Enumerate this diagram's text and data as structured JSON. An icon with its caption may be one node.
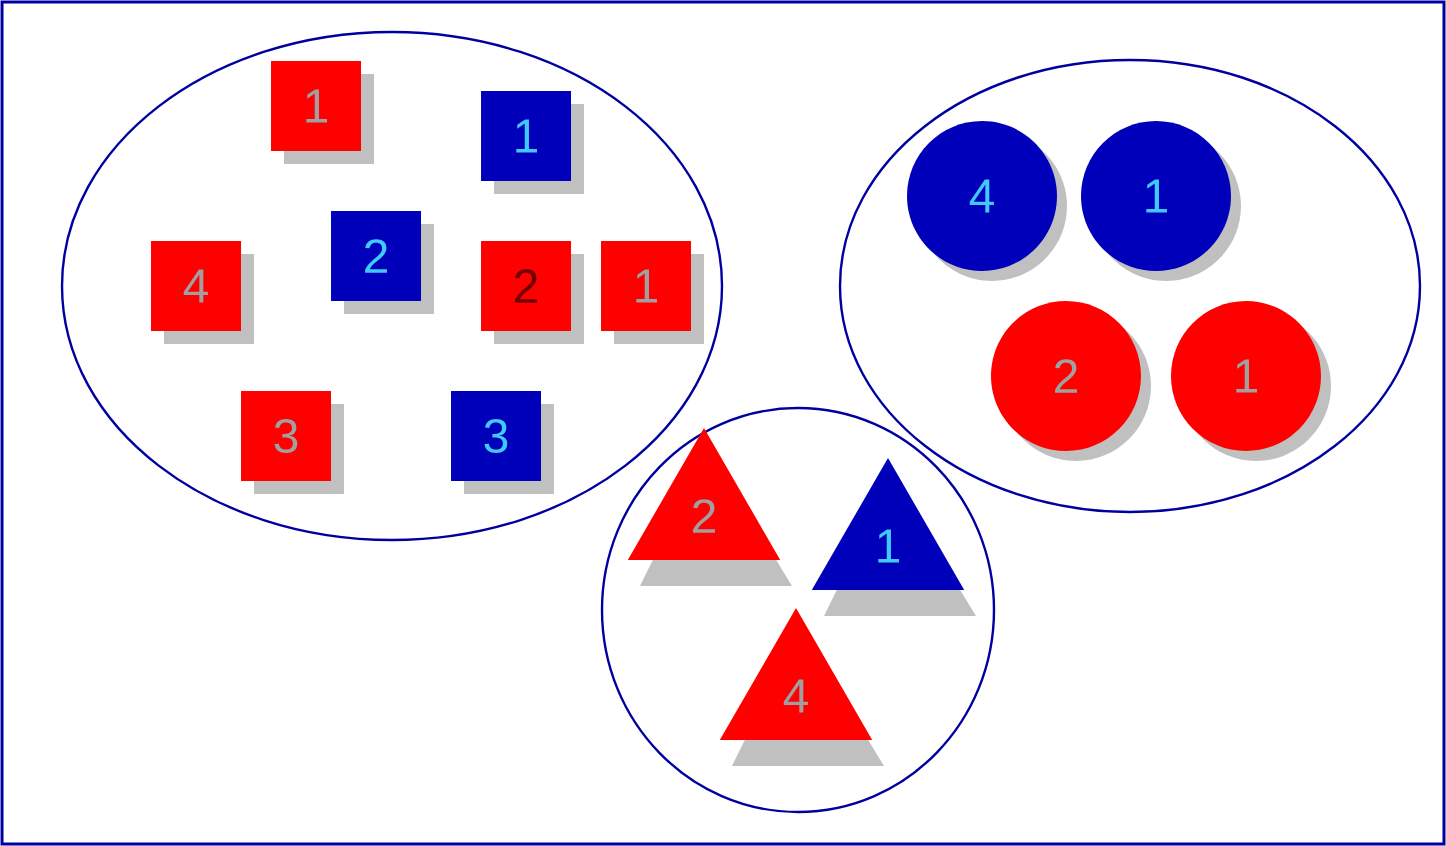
{
  "diagram": {
    "nodes": [
      {
        "text": [],
        "shape": "ellipse"
      },
      {
        "text": [
          "1"
        ],
        "in": 0
      },
      {
        "text": [
          "1"
        ],
        "in": 0
      },
      {
        "text": [
          "4"
        ],
        "in": 0
      },
      {
        "text": [
          "2"
        ],
        "in": 0
      },
      {
        "text": [
          "2"
        ],
        "in": 0
      },
      {
        "text": [
          "1"
        ],
        "in": 0
      },
      {
        "text": [
          "3"
        ],
        "in": 0
      },
      {
        "text": [
          "3"
        ],
        "in": 0
      },
      {
        "text": [],
        "shape": "ellipse"
      },
      {
        "text": [
          "4"
        ],
        "in": 9
      },
      {
        "text": [
          "1"
        ],
        "in": 9
      },
      {
        "text": [
          "2"
        ],
        "in": 9
      },
      {
        "text": [
          "1"
        ],
        "in": 9
      },
      {
        "text": [],
        "shape": "circle"
      },
      {
        "text": [
          "2"
        ],
        "in": 14
      },
      {
        "text": [
          "1"
        ],
        "in": 14
      },
      {
        "text": [
          "4"
        ],
        "in": 14
      }
    ]
  }
}
